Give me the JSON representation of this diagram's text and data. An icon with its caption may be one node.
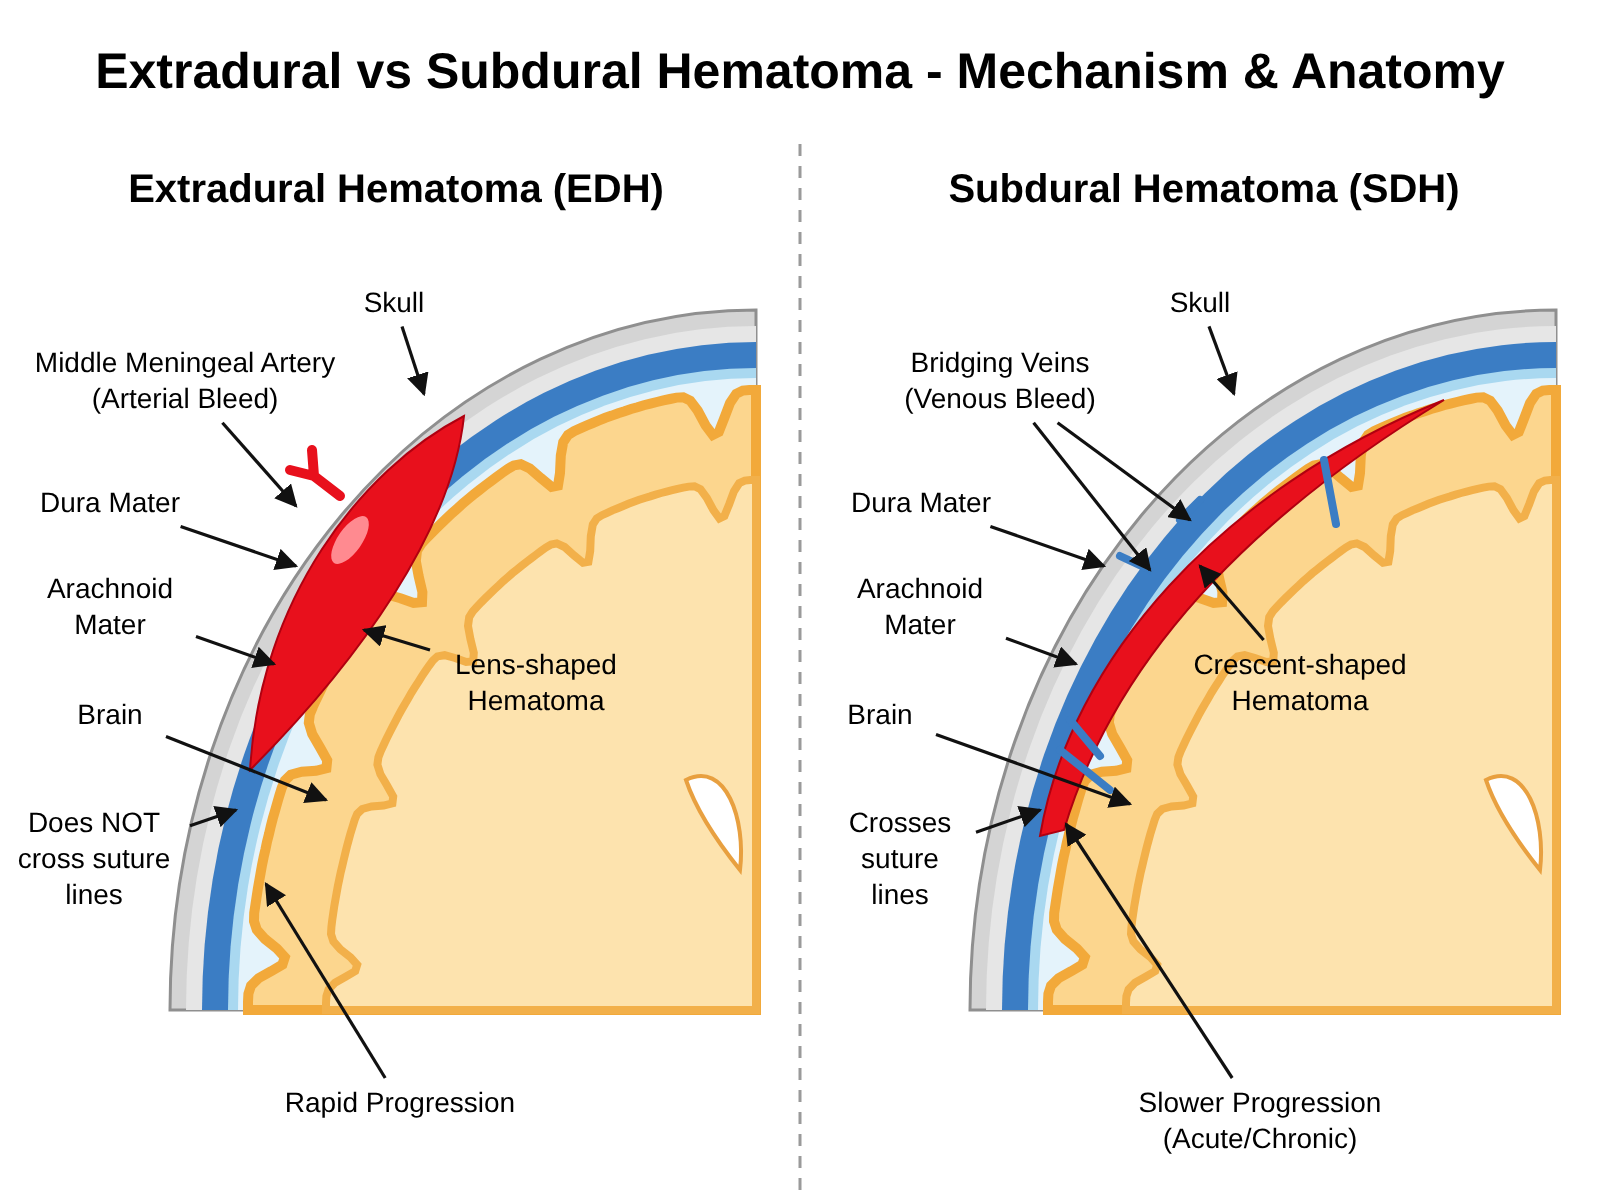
{
  "diagram": {
    "title": "Extradural vs Subdural Hematoma - Mechanism & Anatomy",
    "nodes": [
      {
        "text": [
          "Skull"
        ]
      },
      {
        "text": [
          "Middle Meningeal Artery (Arterial Bleed)"
        ]
      },
      {
        "text": [
          "Dura Mater"
        ]
      },
      {
        "text": [
          "Arachnoid Mater"
        ]
      },
      {
        "text": [
          "Brain"
        ]
      },
      {
        "text": [
          "Does NOT cross suture lines"
        ]
      },
      {
        "text": [
          "Lens-shaped Hematoma"
        ]
      },
      {
        "text": [
          "Rapid Progression"
        ]
      },
      {
        "text": [
          "Skull"
        ]
      },
      {
        "text": [
          "Bridging Veins (Venous Bleed)"
        ]
      },
      {
        "text": [
          "Dura Mater"
        ]
      },
      {
        "text": [
          "Arachnoid Mater"
        ]
      },
      {
        "text": [
          "Brain"
        ]
      },
      {
        "text": [
          "Crosses suture lines"
        ]
      },
      {
        "text": [
          "Crescent-shaped Hematoma"
        ]
      },
      {
        "text": [
          "Slower Progression (Acute/Chronic)"
        ]
      }
    ],
    "edges": [
      {
        "from": 0,
        "to": null,
        "arrow": "to"
      },
      {
        "from": 1,
        "to": null,
        "arrow": "to"
      },
      {
        "from": 2,
        "to": null,
        "arrow": "to"
      },
      {
        "from": 3,
        "to": null,
        "arrow": "to"
      },
      {
        "from": 4,
        "to": null,
        "arrow": "to"
      },
      {
        "from": 5,
        "to": null,
        "arrow": "to"
      },
      {
        "from": 6,
        "to": null,
        "arrow": "to"
      },
      {
        "from": 7,
        "to": null,
        "arrow": "to"
      },
      {
        "from": 8,
        "to": null,
        "arrow": "to"
      },
      {
        "from": 9,
        "to": null,
        "arrow": "to"
      },
      {
        "from": 9,
        "to": null,
        "arrow": "to"
      },
      {
        "from": 10,
        "to": null,
        "arrow": "to"
      },
      {
        "from": 11,
        "to": null,
        "arrow": "to"
      },
      {
        "from": 12,
        "to": null,
        "arrow": "to"
      },
      {
        "from": 13,
        "to": null,
        "arrow": "to"
      },
      {
        "from": 14,
        "to": null,
        "arrow": "to"
      },
      {
        "from": 15,
        "to": null,
        "arrow": "to"
      }
    ],
    "labels": [
      "Extradural Hematoma (EDH)",
      "Subdural Hematoma (SDH)"
    ]
  }
}
